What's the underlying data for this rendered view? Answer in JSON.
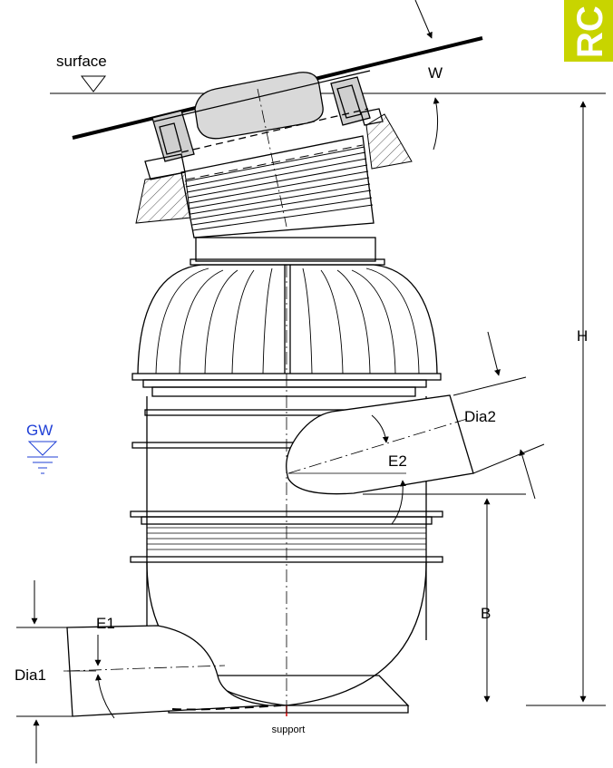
{
  "labels": {
    "surface": "surface",
    "w": "W",
    "h": "H",
    "dia2": "Dia2",
    "e2": "E2",
    "gw": "GW",
    "b": "B",
    "e1": "E1",
    "dia1": "Dia1",
    "support": "support",
    "logo": "RC"
  },
  "colors": {
    "line": "#000000",
    "gw": "#1f3fd6",
    "logo_bg": "#c8d400",
    "logo_fg": "#ffffff",
    "hatch": "#555555",
    "neck_fill": "#d9d9d9",
    "support_mark": "#d00000"
  }
}
